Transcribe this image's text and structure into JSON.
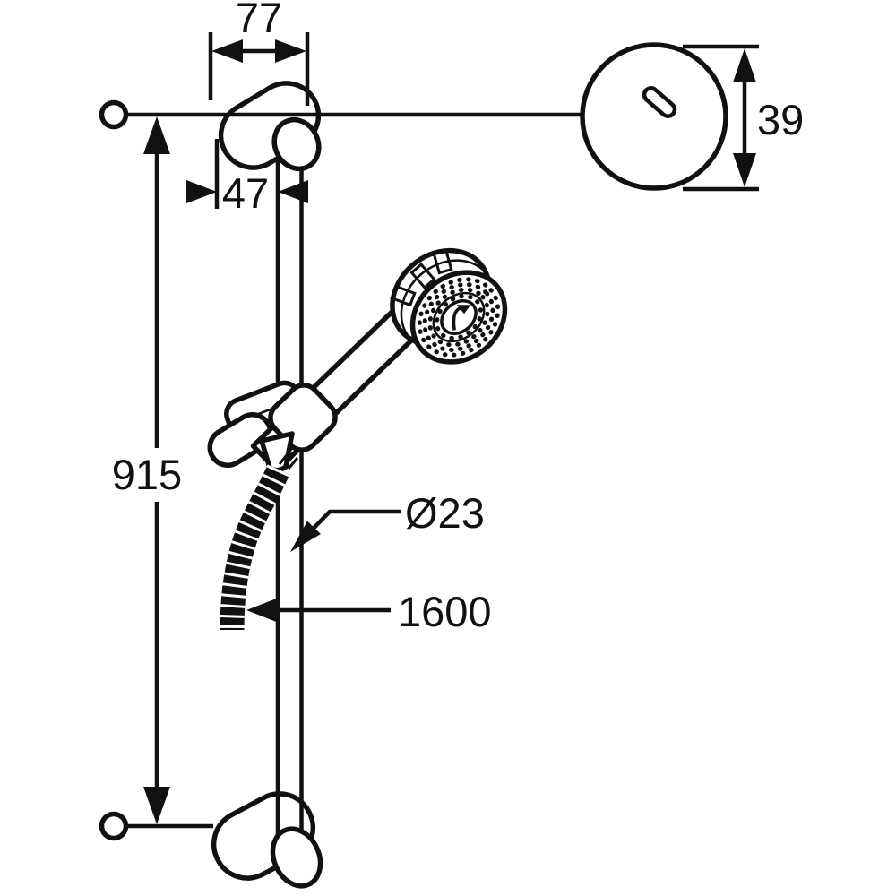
{
  "drawing": {
    "kind": "technical dimension drawing",
    "subject": "shower slide bar set with wall brackets, hand shower and hose",
    "background_color": "#ffffff",
    "line_color": "#111111",
    "labels": {
      "bracket_width": "77",
      "bracket_offset": "47",
      "wall_plate_height": "39",
      "bar_length": "915",
      "bar_diameter": "Ø23",
      "hose_length": "1600"
    }
  }
}
